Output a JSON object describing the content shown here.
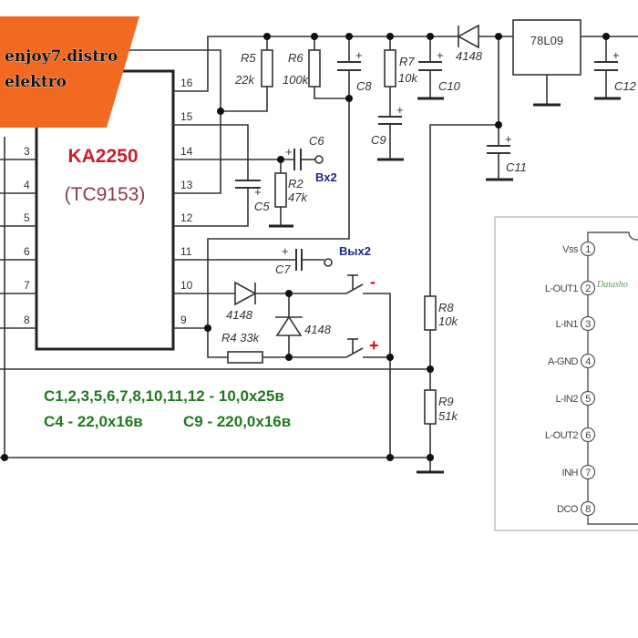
{
  "banner": {
    "line1": "enjoy7.distro",
    "line2": "elektro",
    "color": "#f26a21"
  },
  "ic": {
    "name": "KA2250",
    "alt_name": "(TC9153)",
    "left_pins": [
      "3",
      "4",
      "5",
      "6",
      "7",
      "8"
    ],
    "right_pins": [
      "16",
      "15",
      "14",
      "13",
      "12",
      "11",
      "10",
      "9"
    ]
  },
  "components": {
    "R5": {
      "ref": "R5",
      "value": "22k"
    },
    "R6": {
      "ref": "R6",
      "value": "100k"
    },
    "R7": {
      "ref": "R7",
      "value": "10k"
    },
    "R2": {
      "ref": "R2",
      "value": "47k"
    },
    "R4": {
      "label": "R4 33k"
    },
    "R8": {
      "ref": "R8",
      "value": "10k"
    },
    "R9": {
      "ref": "R9",
      "value": "51k"
    },
    "C5": "C5",
    "C6": "C6",
    "C7": "C7",
    "C8": "C8",
    "C9": "C9",
    "C10": "C10",
    "C11": "C11",
    "C12": "C12",
    "plus": "+",
    "diode_top": "4148",
    "diode_fwd": "4148",
    "diode_vert": "4148",
    "regulator": "78L09"
  },
  "terminals": {
    "input": "Вх2",
    "output": "Вых2",
    "minus": "-",
    "plus": "+"
  },
  "notes": {
    "line1": "C1,2,3,5,6,7,8,10,11,12 - 10,0x25в",
    "line2a": "C4 - 22,0x16в",
    "line2b": "C9 - 220,0x16в"
  },
  "datasheet": {
    "watermark": "Datasho",
    "pins": [
      {
        "num": "1",
        "label": "Vss"
      },
      {
        "num": "2",
        "label": "L-OUT1"
      },
      {
        "num": "3",
        "label": "L-IN1"
      },
      {
        "num": "4",
        "label": "A-GND"
      },
      {
        "num": "5",
        "label": "L-IN2"
      },
      {
        "num": "6",
        "label": "L-OUT2"
      },
      {
        "num": "7",
        "label": "INH"
      },
      {
        "num": "8",
        "label": "DCO"
      }
    ]
  }
}
